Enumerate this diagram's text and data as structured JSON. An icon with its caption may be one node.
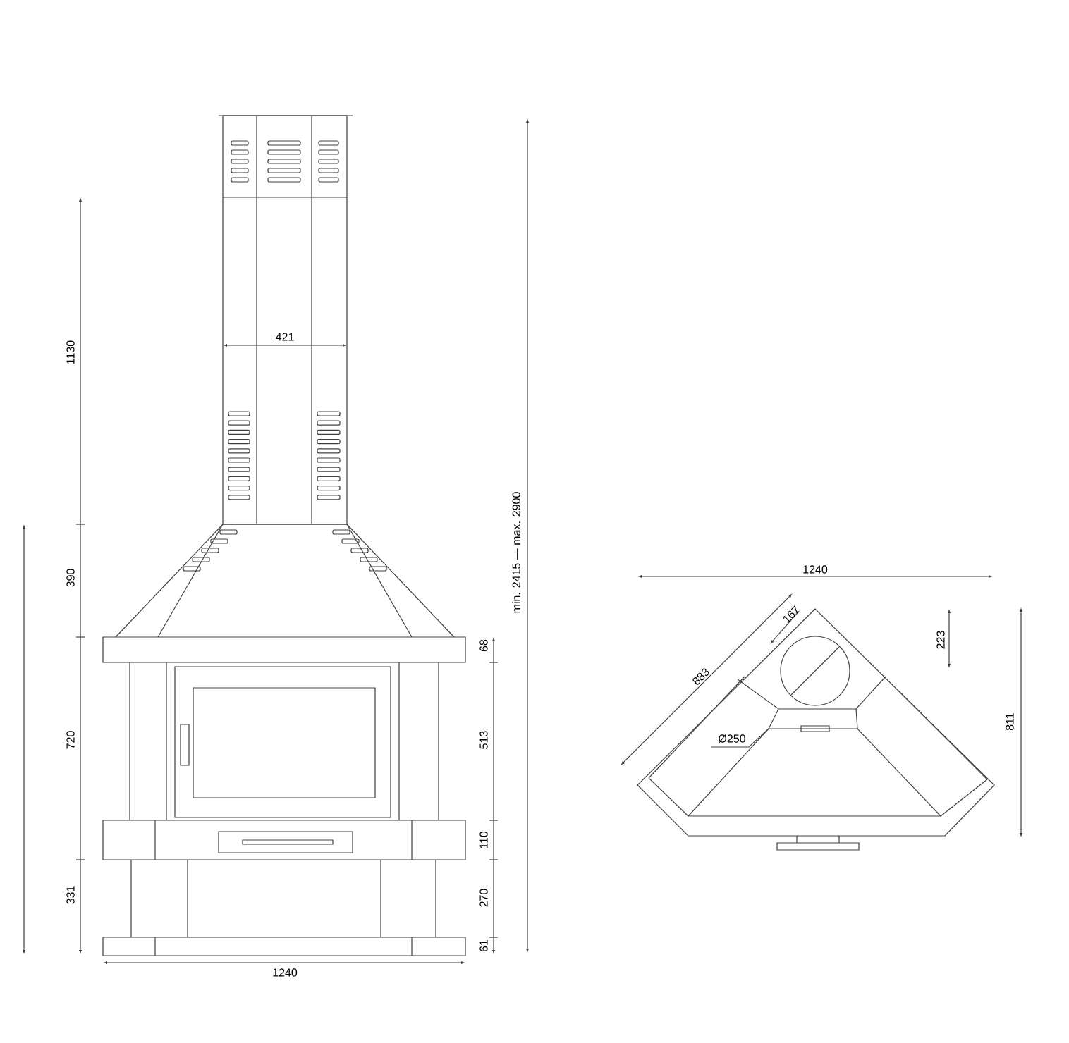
{
  "diagram": {
    "labels": [
      "1130",
      "421",
      "390",
      "min. 2415 — max. 2900",
      "1240",
      "167",
      "223",
      "883",
      "68",
      "Ø250",
      "811",
      "720",
      "513",
      "110",
      "270",
      "331",
      "61",
      "1240"
    ]
  }
}
